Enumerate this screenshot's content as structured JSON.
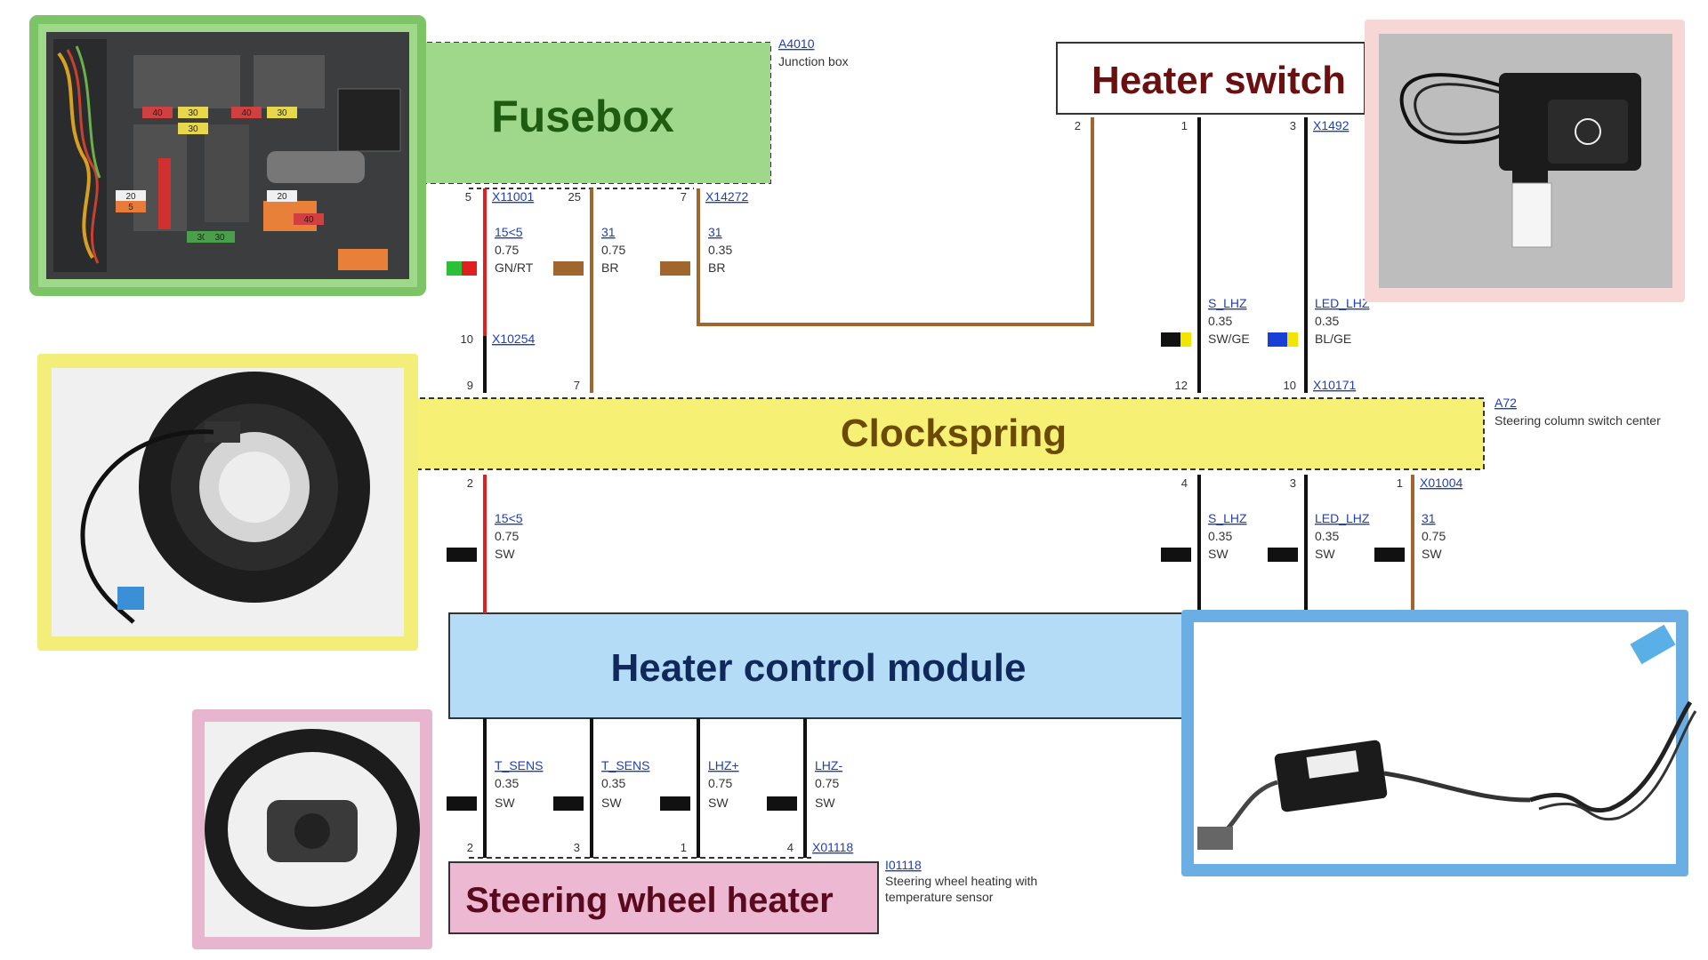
{
  "fusebox": {
    "title": "Fusebox",
    "ref": "A4010",
    "desc": "Junction box",
    "fuse_labels": [
      "40",
      "30",
      "30",
      "40",
      "30",
      "20",
      "5",
      "20",
      "40",
      "30",
      "30"
    ]
  },
  "heater_switch": {
    "title": "Heater switch",
    "connector": "X1492",
    "pins": {
      "p2": "2",
      "p1": "1",
      "p3": "3"
    }
  },
  "clockspring": {
    "title": "Clockspring",
    "ref": "A72",
    "desc": "Steering column switch center",
    "top_connector": "X10171",
    "bottom_connector": "X01004",
    "top_pins": {
      "p9": "9",
      "p7": "7",
      "p12": "12",
      "p10": "10"
    },
    "bottom_pins": {
      "p2": "2",
      "p4": "4",
      "p3": "3",
      "p1": "1"
    }
  },
  "heater_control_module": {
    "title": "Heater control module"
  },
  "steering_wheel_heater": {
    "title": "Steering wheel heater",
    "ref": "I01118",
    "desc_line1": "Steering wheel heating with",
    "desc_line2": "temperature sensor",
    "connector": "X01118",
    "pins": {
      "p2": "2",
      "p3": "3",
      "p1": "1",
      "p4": "4"
    }
  },
  "fusebox_outputs": {
    "x11001": {
      "pin": "5",
      "connector": "X11001"
    },
    "pin25": "25",
    "x14272": {
      "pin": "7",
      "connector": "X14272"
    },
    "x10254": {
      "pin": "10",
      "connector": "X10254"
    }
  },
  "wires": {
    "w_15_5_top": {
      "signal": "15<5",
      "size": "0.75",
      "color": "GN/RT"
    },
    "w_31_fuse": {
      "signal": "31",
      "size": "0.75",
      "color": "BR"
    },
    "w_31_switch": {
      "signal": "31",
      "size": "0.35",
      "color": "BR"
    },
    "w_s_lhz_top": {
      "signal": "S_LHZ",
      "size": "0.35",
      "color": "SW/GE"
    },
    "w_led_lhz_top": {
      "signal": "LED_LHZ",
      "size": "0.35",
      "color": "BL/GE"
    },
    "w_15_5_bot": {
      "signal": "15<5",
      "size": "0.75",
      "color": "SW"
    },
    "w_s_lhz_bot": {
      "signal": "S_LHZ",
      "size": "0.35",
      "color": "SW"
    },
    "w_led_lhz_bot": {
      "signal": "LED_LHZ",
      "size": "0.35",
      "color": "SW"
    },
    "w_31_bot": {
      "signal": "31",
      "size": "0.75",
      "color": "SW"
    },
    "w_tsens1": {
      "signal": "T_SENS",
      "size": "0.35",
      "color": "SW"
    },
    "w_tsens2": {
      "signal": "T_SENS",
      "size": "0.35",
      "color": "SW"
    },
    "w_lhz_plus": {
      "signal": "LHZ+",
      "size": "0.75",
      "color": "SW"
    },
    "w_lhz_minus": {
      "signal": "LHZ-",
      "size": "0.75",
      "color": "SW"
    }
  },
  "colors": {
    "fusebox_bg": "#9fd88a",
    "fusebox_border": "#7cc466",
    "fusebox_text": "#1f5c12",
    "switch_border": "#f7d6d6",
    "switch_text": "#6b1010",
    "clock_bg": "#f6f174",
    "clock_border": "#f3ee7a",
    "clock_text": "#6b4a06",
    "module_bg": "#b5dcf7",
    "module_border": "#6aaee3",
    "module_text": "#0f2a5a",
    "swh_bg": "#edb8d2",
    "swh_border": "#e7b6ce",
    "swh_text": "#5a0a1e",
    "wire_red": "#e02020",
    "wire_brown": "#a0662e",
    "wire_black": "#111111",
    "wire_yellow": "#f2e600",
    "wire_blue": "#1a3fd6",
    "wire_green": "#2bbf3a"
  }
}
